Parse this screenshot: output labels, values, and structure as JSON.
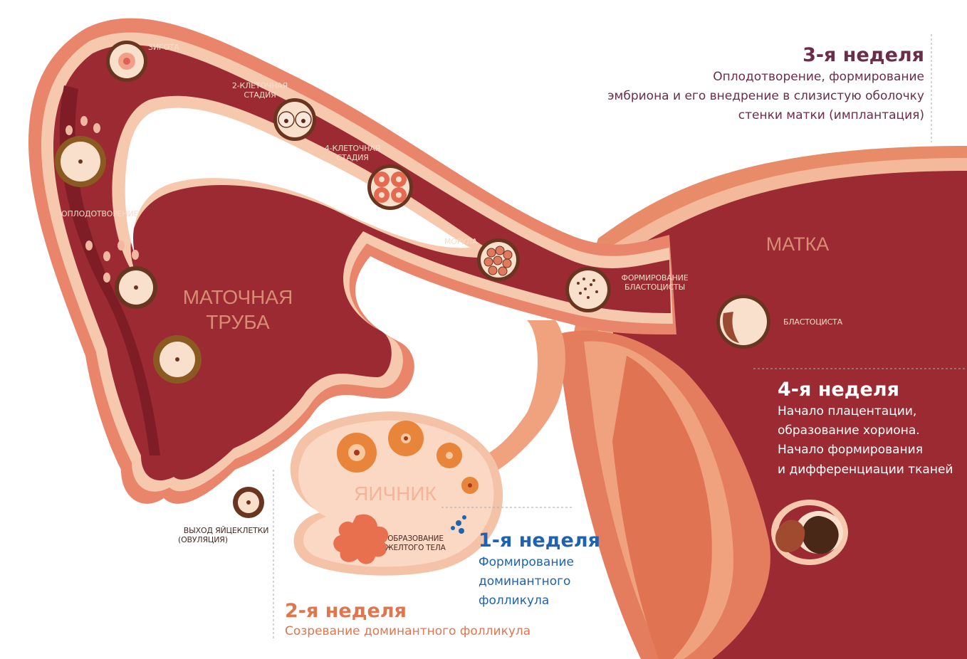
{
  "colors": {
    "tube_dark": "#9c2a32",
    "tube_wall": "#e8856a",
    "tube_light": "#f6c8ad",
    "ovary": "#fbd8c4",
    "uterus": "#9b2a32",
    "uterus_wall": "#e88b68",
    "week3": "#6b2d49",
    "week2": "#e0764e",
    "week1": "#1f62b0",
    "week4": "#ffffff"
  },
  "labels": {
    "zygote": "ЗИГОТА",
    "two_cell_1": "2-КЛЕТОЧНАЯ",
    "two_cell_2": "СТАДИЯ",
    "four_cell_1": "4-КЛЕТОЧНАЯ",
    "four_cell_2": "СТАДИЯ",
    "fertilization": "ОПЛОДОТВОРЕНИЕ",
    "morula": "МОРУЛА",
    "blasto_form_1": "ФОРМИРОВАНИЕ",
    "blasto_form_2": "БЛАСТОЦИСТЫ",
    "blastocyst": "БЛАСТОЦИСТА",
    "uterus": "МАТКА",
    "tube_1": "МАТОЧНАЯ",
    "tube_2": "ТРУБА",
    "ovary": "ЯИЧНИК",
    "ovulation_1": "ВЫХОД ЯЙЦЕКЛЕТКИ",
    "ovulation_2": "(ОВУЛЯЦИЯ)",
    "corpus_1": "ОБРАЗОВАНИЕ",
    "corpus_2": "ЖЕЛТОГО ТЕЛА"
  },
  "weeks": {
    "w3": {
      "title": "3-я неделя",
      "line1": "Оплодотворение, формирование",
      "line2": "эмбриона и его внедрение в слизистую оболочку",
      "line3": "стенки матки (имплантация)"
    },
    "w4": {
      "title": "4-я неделя",
      "line1": "Начало плацентации,",
      "line2": "образование хориона.",
      "line3": "Начало формирования",
      "line4": "и дифференциации тканей"
    },
    "w1": {
      "title": "1-я неделя",
      "line1": "Формирование",
      "line2": "доминантного",
      "line3": "фолликула"
    },
    "w2": {
      "title": "2-я неделя",
      "line1": "Созревание доминантного фолликула"
    }
  }
}
